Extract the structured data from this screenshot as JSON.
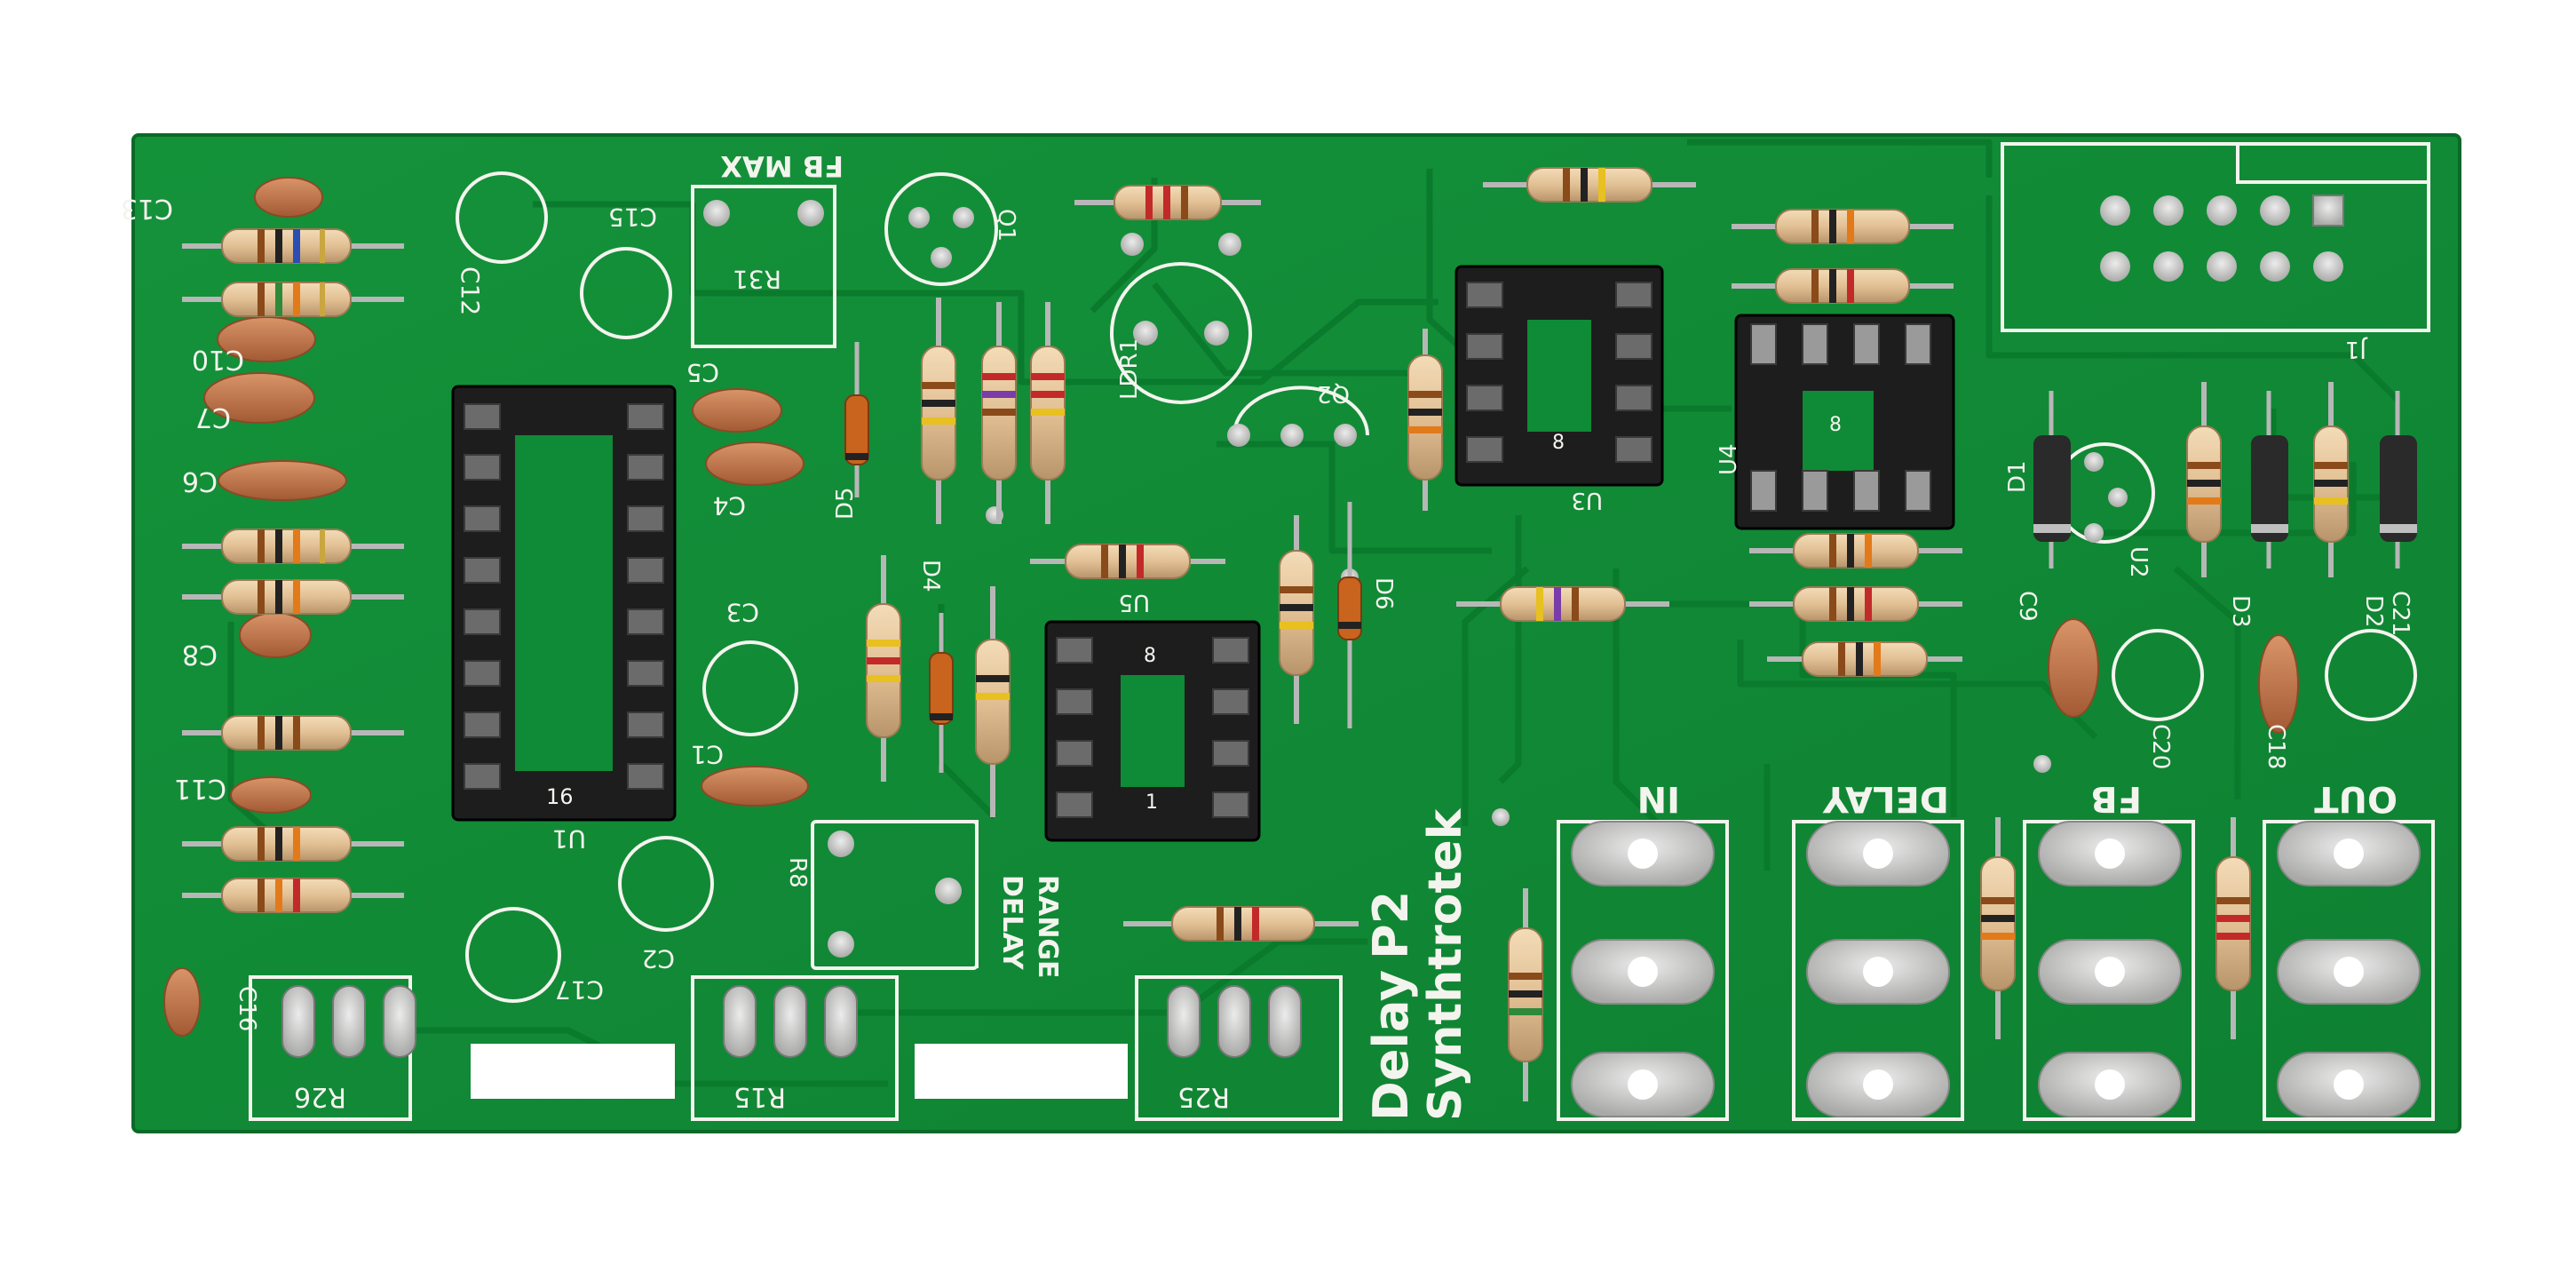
{
  "image": {
    "subject": "pcb",
    "colors": {
      "background": "#ffffff",
      "board": "#118a36",
      "board_dark": "#0b6f2a",
      "trace": "#0f7c30",
      "silkscreen": "#f4f4ee",
      "pad": "#d9dbd8",
      "socket": "#222222",
      "capacitor_ceramic": "#c47a4e",
      "resistor_body": "#e6c9a0",
      "diode_body": "#c8641e",
      "diode_black": "#2a2a2a"
    }
  },
  "board": {
    "product_name": "Delay",
    "product_version": "P2",
    "brand": "Synthtrotek"
  },
  "jack_labels": {
    "in": "IN",
    "delay": "DELAY",
    "fb": "FB",
    "out": "OUT"
  },
  "pot_labels": {
    "delay_range_1": "DELAY",
    "delay_range_2": "RANGE",
    "fb_max": "FB MAX"
  },
  "silkscreen": {
    "c13": "C13",
    "c10": "C10",
    "c7": "C7",
    "c6": "C6",
    "c8": "C8",
    "c11": "C11",
    "c16": "C16",
    "c15": "C15",
    "c12": "C12",
    "c5": "C5",
    "c4": "C4",
    "c3": "C3",
    "c1": "C1",
    "c2": "C2",
    "c17": "C17",
    "c9": "C9",
    "c20": "C20",
    "c18": "C18",
    "c21": "C21",
    "r31": "R31",
    "r8": "R8",
    "r26": "R26",
    "r15": "R15",
    "r25": "R25",
    "q1": "Q1",
    "q2": "Q2",
    "ldr1": "LDR1",
    "d5": "D5",
    "d4": "D4",
    "d6": "D6",
    "d1": "D1",
    "d2": "D2",
    "d3": "D3",
    "u1": "U1",
    "u3": "U3",
    "u4": "U4",
    "u5": "U5",
    "u2": "U2",
    "j1": "J1",
    "u1_pin": "16",
    "u3_pin": "8",
    "u4_pin": "8",
    "u5_pin": "8",
    "u5_pin2": "1"
  }
}
